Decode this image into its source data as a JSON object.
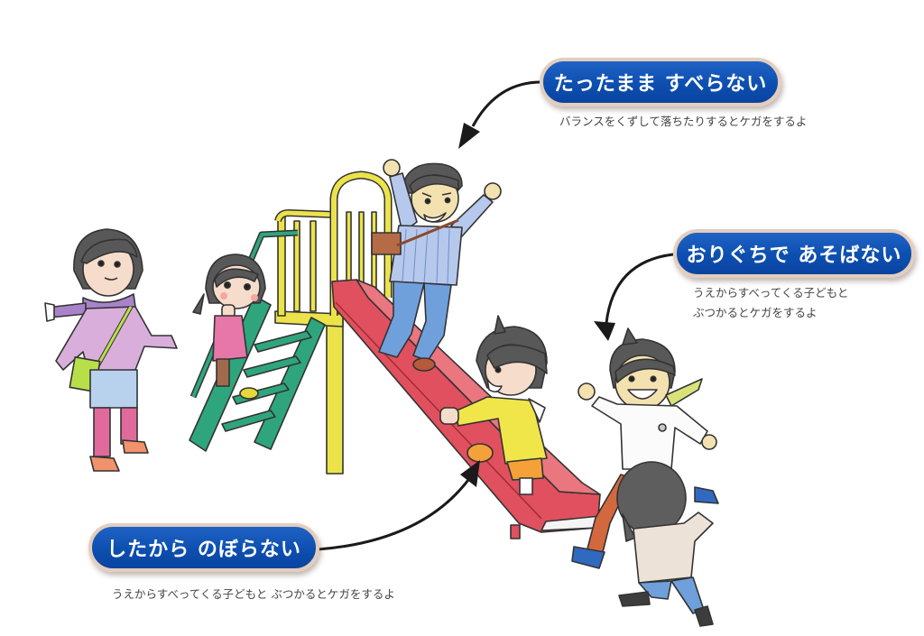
{
  "callouts": [
    {
      "id": "stand-up",
      "title": "たったまま すべらない",
      "lines": [
        "バランスをくずして落ちたりするとケガをするよ"
      ]
    },
    {
      "id": "exit-play",
      "title": "おりぐちで あそばない",
      "lines": [
        "うえからすべってくる子どもと",
        "ぶつかるとケガをするよ"
      ]
    },
    {
      "id": "climb-up",
      "title": "したから のぼらない",
      "lines": [
        "うえからすべってくる子どもと ぶつかるとケガをするよ"
      ]
    }
  ],
  "colors": {
    "pill_blue": "#0d4fb0",
    "pill_border": "#e3cdbd",
    "slide_red": "#e0505e",
    "frame_yellow": "#ece34a",
    "ladder_green": "#2fa57e",
    "caption_gray": "#444444"
  },
  "illustration": {
    "subject": "playground-slide-safety",
    "figures": [
      "girl-watching",
      "girl-on-ladder",
      "boy-standing-on-slide",
      "boy-climbing-slide",
      "boy-running",
      "child-at-exit"
    ]
  }
}
